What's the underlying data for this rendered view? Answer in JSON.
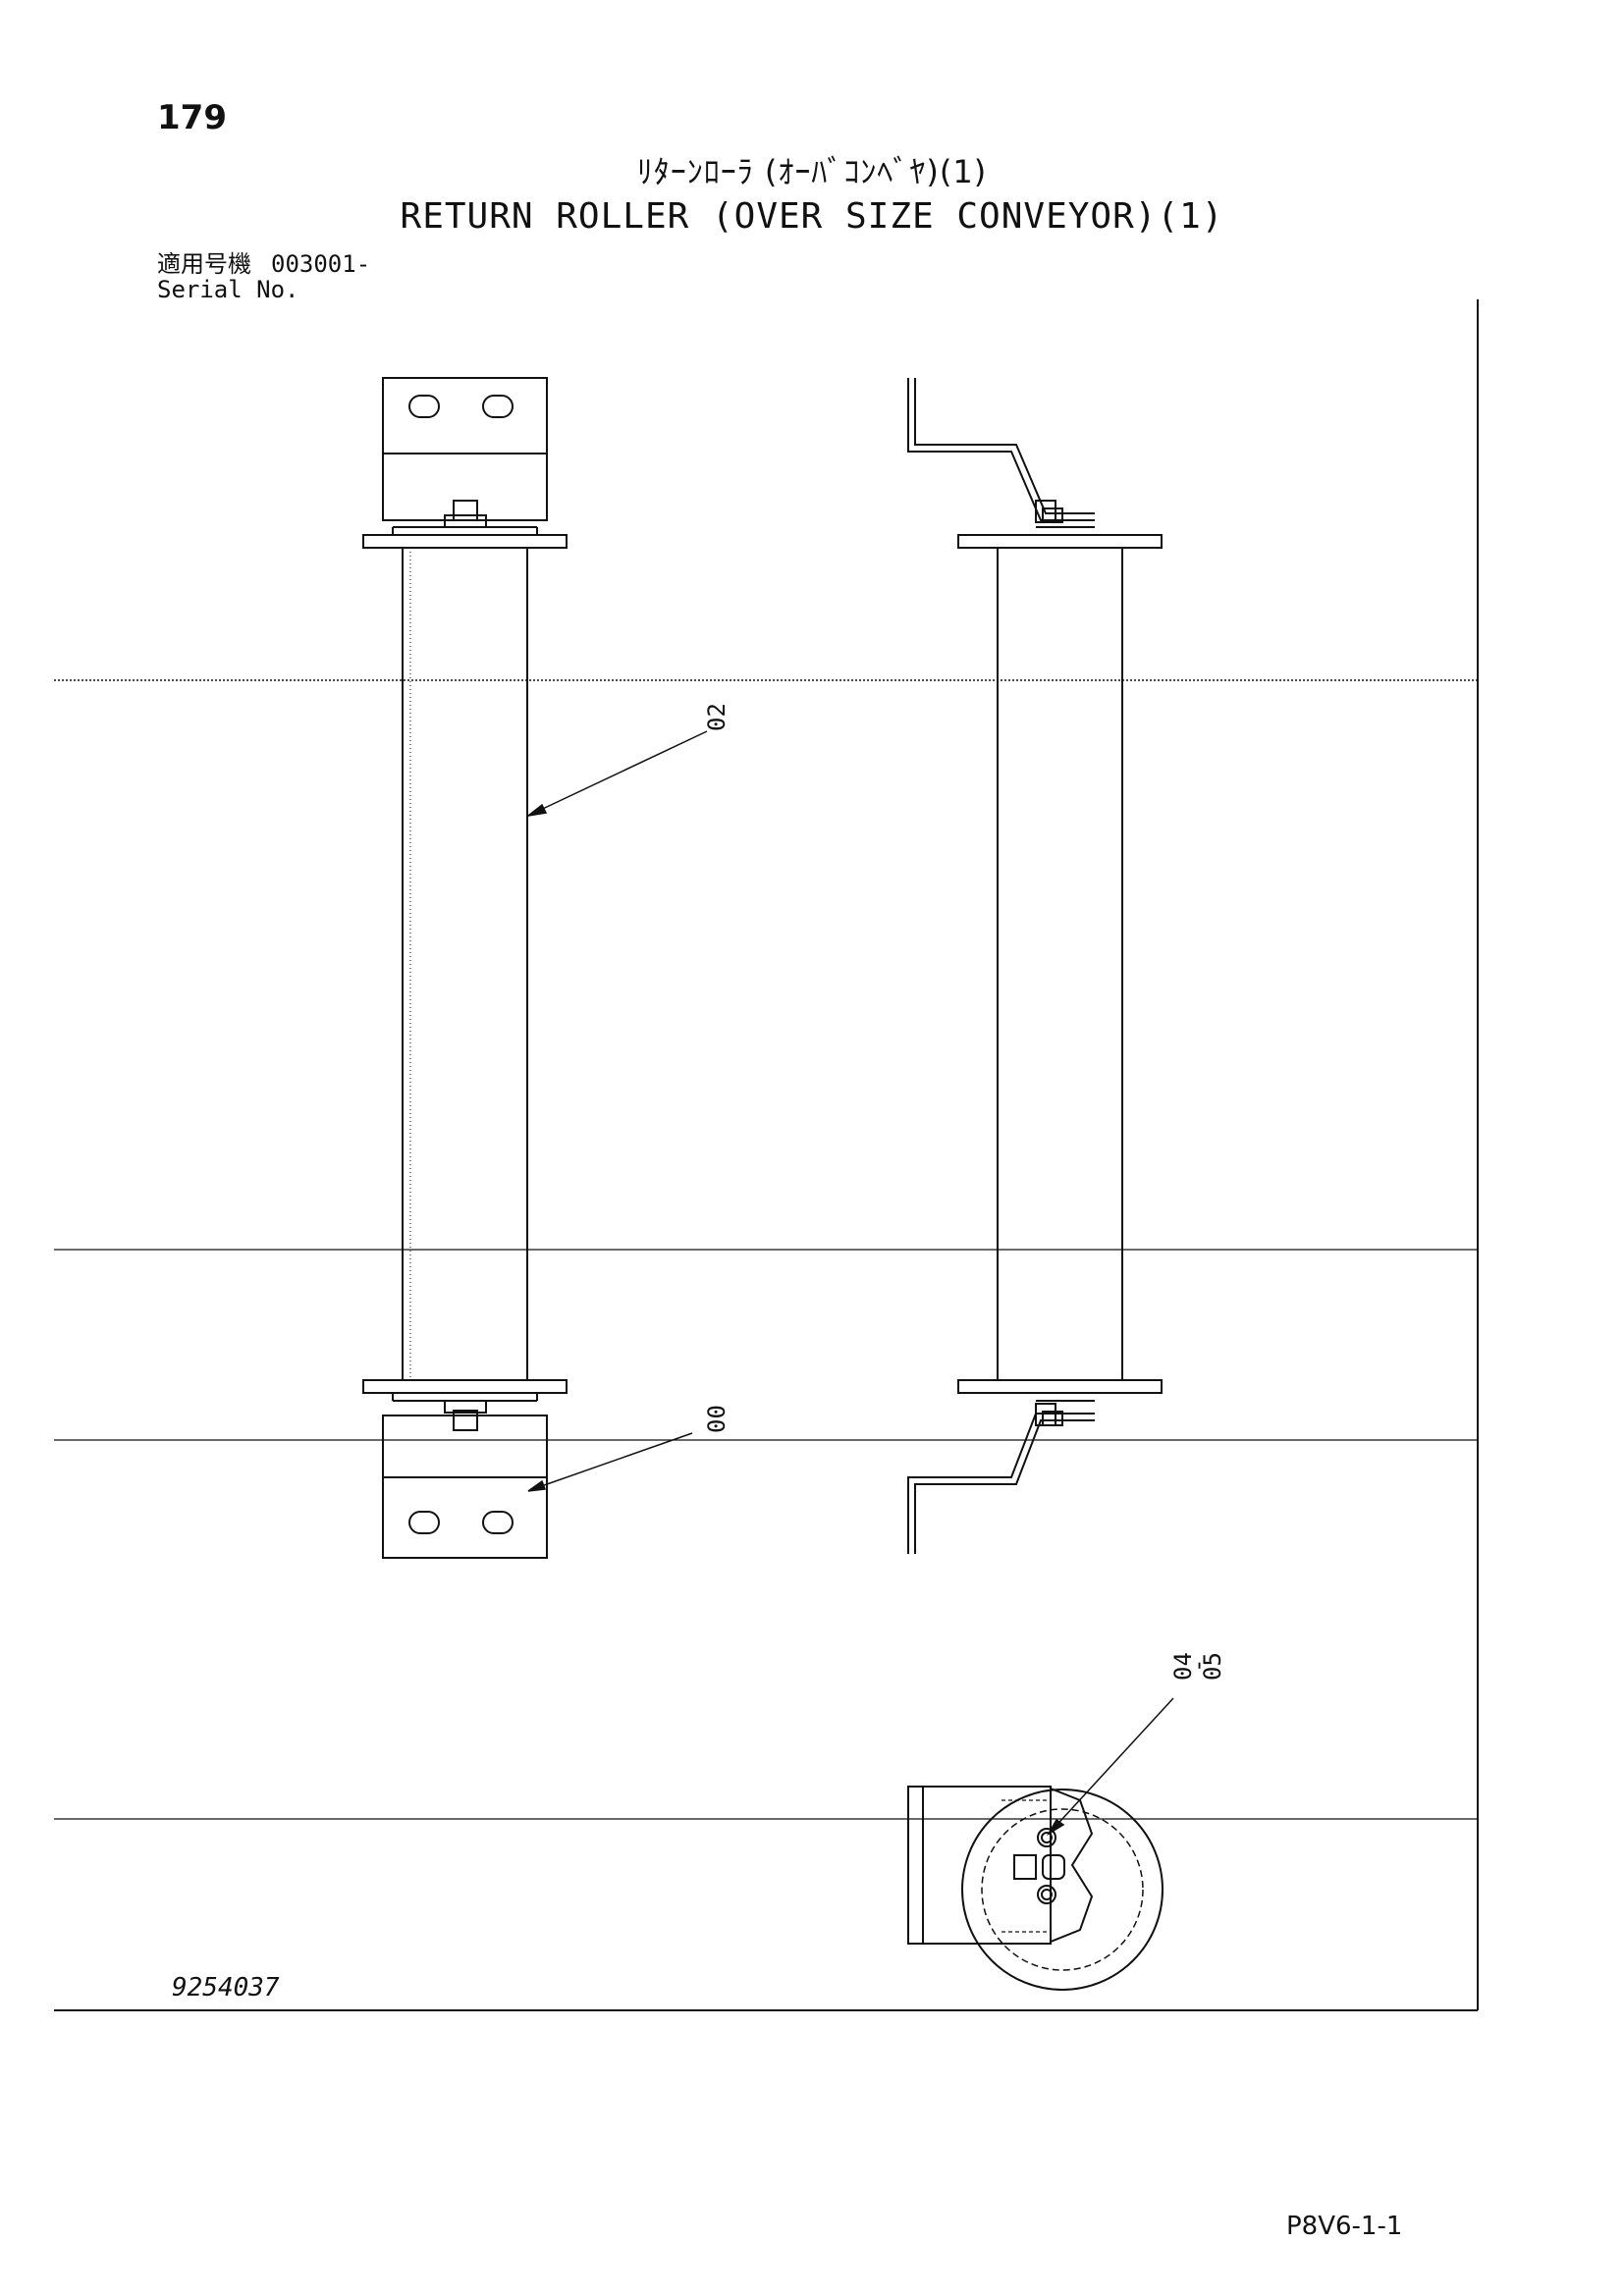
{
  "header": {
    "page_number": "179",
    "title_ja": "ﾘﾀｰﾝﾛｰﾗ (ｵｰﾊﾞｺﾝﾍﾞﾔ)(1)",
    "title_en": "RETURN ROLLER (OVER SIZE CONVEYOR)(1)",
    "serial_label_ja": "適用号機",
    "serial_value": "003001-",
    "serial_label_en": "Serial No."
  },
  "callouts": {
    "roller_tube": "02",
    "bracket": "00",
    "bolt_a": "04",
    "bolt_range_dash": "-",
    "bolt_b": "05"
  },
  "footer": {
    "drawing_number": "9254037",
    "page_code": "P8V6-1-1"
  }
}
